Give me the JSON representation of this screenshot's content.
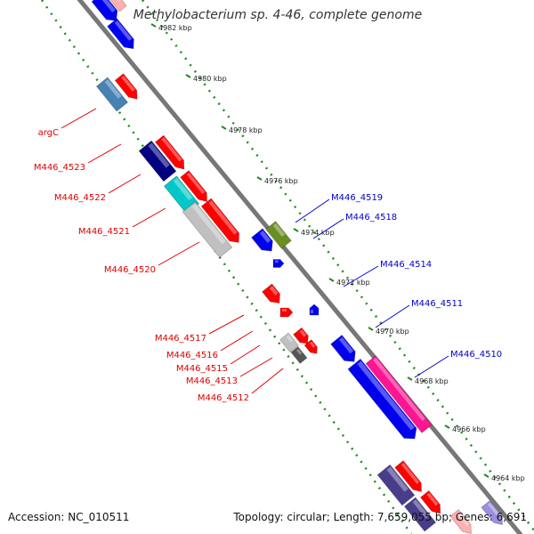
{
  "title": "Methylobacterium sp. 4-46, complete genome",
  "footer": {
    "accession": "Accession: NC_010511",
    "summary": "Topology: circular; Length: 7,659,055 bp; Genes: 6,691"
  },
  "scale_ticks": [
    "4982 kbp",
    "4980 kbp",
    "4978 kbp",
    "4976 kbp",
    "4974 kbp",
    "4972 kbp",
    "4970 kbp",
    "4968 kbp",
    "4966 kbp",
    "4964 kbp"
  ],
  "genes_left": [
    "argC",
    "M446_4523",
    "M446_4522",
    "M446_4521",
    "M446_4520",
    "M446_4517",
    "M446_4516",
    "M446_4515",
    "M446_4513",
    "M446_4512"
  ],
  "genes_right": [
    "M446_4519",
    "M446_4518",
    "M446_4514",
    "M446_4511",
    "M446_4510"
  ],
  "colors": {
    "backbone": "#777777",
    "scale_dots": "#1e8c1e",
    "left_label": "#dd0000",
    "right_label": "#0000cc",
    "gene_red": "#ff0000",
    "gene_blue": "#0000ee",
    "gene_navy": "#000080",
    "gene_steel": "#4682b4",
    "gene_cyan": "#00c8c8",
    "gene_silver": "#c0c0c0",
    "gene_olive": "#6b8e23",
    "gene_pink": "#ff1493",
    "gene_slate": "#483d8b"
  }
}
